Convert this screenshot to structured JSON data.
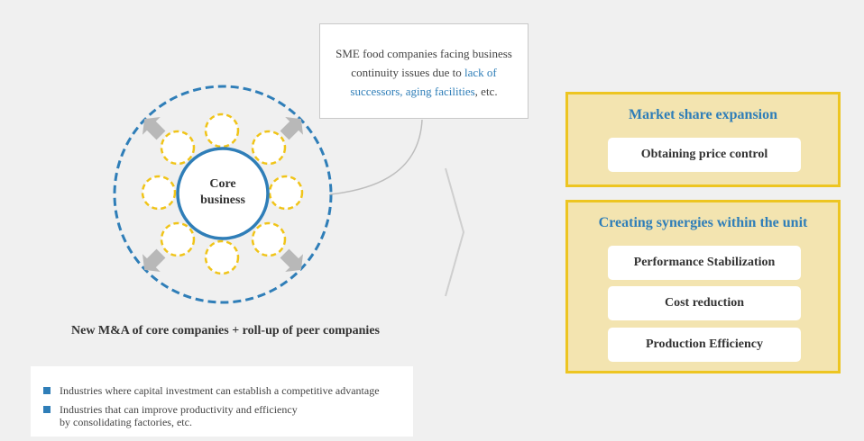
{
  "core": {
    "line1": "Core",
    "line2": "business"
  },
  "callout": {
    "line1": "SME food companies facing business",
    "line2_prefix": "continuity issues due to ",
    "highlight1": "lack of",
    "highlight2": "successors, aging facilities",
    "suffix": ", etc."
  },
  "caption": "New M&A of core companies + roll-up of peer companies",
  "notes": [
    "Industries where capital investment can establish a competitive advantage",
    "Industries that can improve productivity and efficiency\nby consolidating factories, etc."
  ],
  "panels": {
    "market": {
      "title": "Market share expansion",
      "items": [
        "Obtaining price control"
      ]
    },
    "synergy": {
      "title": "Creating synergies within the unit",
      "items": [
        "Performance Stabilization",
        "Cost reduction",
        "Production Efficiency"
      ]
    }
  },
  "colors": {
    "accent_blue": "#2f7eb8",
    "dashed_yellow": "#f0c419",
    "panel_fill": "#f3e4b0",
    "panel_border": "#edc521",
    "arrow_gray": "#b3b3b3"
  }
}
